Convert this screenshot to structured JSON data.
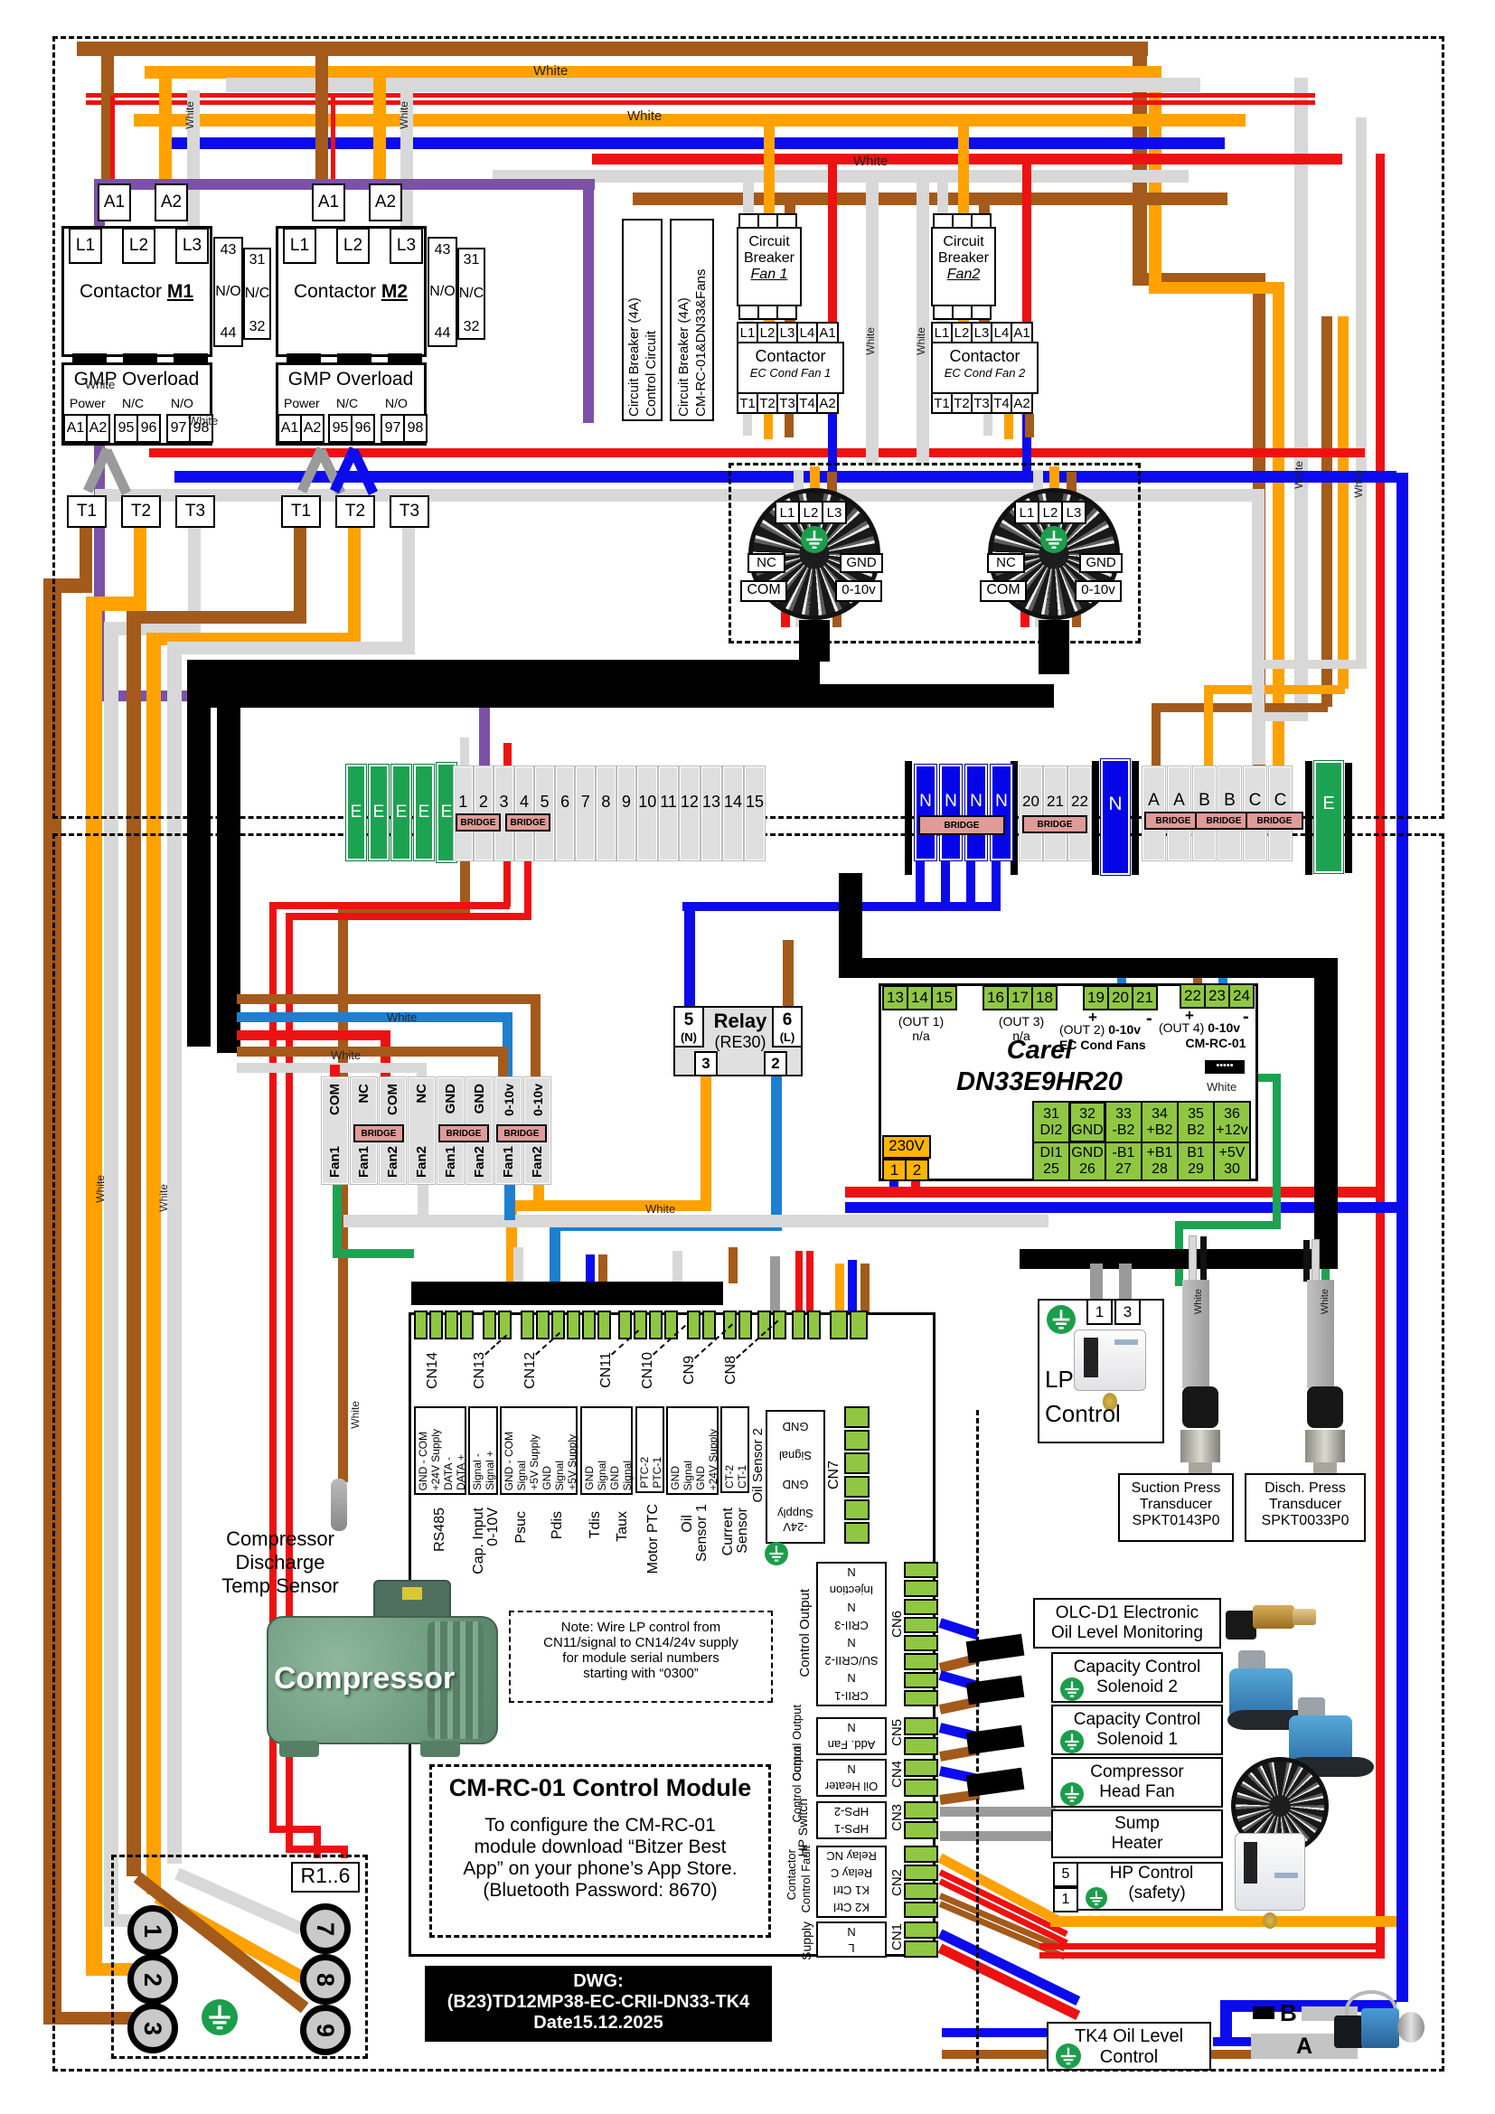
{
  "labels": {
    "white": "White",
    "bridge": "BRIDGE"
  },
  "palette": {
    "brown": "#A45A1B",
    "orange": "#FFA200",
    "white_wire": "#D8D8D8",
    "red": "#EE1111",
    "blue": "#0B0BEE",
    "steel_blue": "#1E7FD0",
    "purple": "#7B52A8",
    "green": "#1CA352",
    "black": "#000000",
    "terminal_green": "#1CA352",
    "terminal_blue": "#0505E8",
    "carel_green": "#8FC742",
    "bridge_pink": "#DE9B97",
    "orange_block": "#FFB400"
  },
  "contactor": {
    "title": "Contactor",
    "m1": "M1",
    "m2": "M2",
    "coil": [
      "A1",
      "A2"
    ],
    "line": [
      "L1",
      "L2",
      "L3"
    ],
    "no": [
      "43",
      "N/O",
      "44"
    ],
    "nc": [
      "31",
      "N/C",
      "32"
    ]
  },
  "overload": {
    "title": "GMP Overload",
    "power": "Power",
    "nc": "N/C",
    "no": "N/O",
    "terms": [
      "A1",
      "A2",
      "95",
      "96",
      "97",
      "98"
    ],
    "out": [
      "T1",
      "T2",
      "T3"
    ]
  },
  "cb1": {
    "l1": "Circuit Breaker (4A)",
    "l2": "Control Circuit"
  },
  "cb2": {
    "l1": "Circuit Breaker (4A)",
    "l2": "CM-RC-01&DN33&Fans"
  },
  "cbf1": {
    "a": "Circuit",
    "b": "Breaker",
    "c": "Fan 1"
  },
  "cbf2": {
    "a": "Circuit",
    "b": "Breaker",
    "c": "Fan2"
  },
  "fc1": {
    "t": "Contactor",
    "s": "EC Cond Fan 1",
    "top": [
      "L1",
      "L2",
      "L3",
      "L4",
      "A1"
    ],
    "bot": [
      "T1",
      "T2",
      "T3",
      "T4",
      "A2"
    ]
  },
  "fc2": {
    "t": "Contactor",
    "s": "EC Cond Fan 2",
    "top": [
      "L1",
      "L2",
      "L3",
      "L4",
      "A1"
    ],
    "bot": [
      "T1",
      "T2",
      "T3",
      "T4",
      "A2"
    ]
  },
  "fan": {
    "l": [
      "L1",
      "L2",
      "L3"
    ],
    "nc": "NC",
    "com": "COM",
    "gnd": "GND",
    "v010": "0-10v"
  },
  "strip": {
    "e": "E",
    "nums": [
      "1",
      "2",
      "3",
      "4",
      "5",
      "6",
      "7",
      "8",
      "9",
      "10",
      "11",
      "12",
      "13",
      "14",
      "15"
    ],
    "n": "N",
    "g2": [
      "20",
      "21",
      "22"
    ],
    "abc": [
      "A",
      "A",
      "B",
      "B",
      "C",
      "C"
    ]
  },
  "relay": {
    "n5": "5",
    "nN": "(N)",
    "t": "Relay",
    "s": "(RE30)",
    "n6": "6",
    "nL": "(L)",
    "b3": "3",
    "b2": "2"
  },
  "carel": {
    "g1": [
      "13",
      "14",
      "15"
    ],
    "g1a": "(OUT 1)",
    "g1b": "n/a",
    "g2": [
      "16",
      "17",
      "18"
    ],
    "g2a": "(OUT 3)",
    "g2b": "n/a",
    "g3": [
      "19",
      "20",
      "21"
    ],
    "plus": "+",
    "minus": "-",
    "g3a": "(OUT 2)",
    "v": "0-10v",
    "g3b": "EC Cond Fans",
    "g4": [
      "22",
      "23",
      "24"
    ],
    "g4a": "(OUT 4)",
    "g4b": "CM-RC-01",
    "t1": "Carel",
    "t2": "DN33E9HR20",
    "vin": "230V",
    "v1": "1",
    "v2": "2",
    "dip": "•••••",
    "r1n": [
      "31",
      "32",
      "33",
      "34",
      "35",
      "36"
    ],
    "r1l": [
      "DI2",
      "GND",
      "-B2",
      "+B2",
      "B2",
      "+12v"
    ],
    "r2l": [
      "DI1",
      "GND",
      "-B1",
      "+B1",
      "B1",
      "+5V"
    ],
    "r2n": [
      "25",
      "26",
      "27",
      "28",
      "29",
      "30"
    ]
  },
  "fterm": {
    "top": [
      "COM",
      "NC",
      "COM",
      "NC",
      "GND",
      "GND",
      "0-10v",
      "0-10v"
    ],
    "bot": [
      "Fan1",
      "Fan1",
      "Fan2",
      "Fan2",
      "Fan1",
      "Fan2",
      "Fan1",
      "Fan2"
    ]
  },
  "mod": {
    "cn14": "CN14",
    "pins14": [
      "GND - COM",
      "+24V Supply",
      "DATA -",
      "DATA +"
    ],
    "f14": "RS485",
    "cn13": "CN13",
    "pins13": [
      "Signal -",
      "Signal +"
    ],
    "f13a": "Cap. Input",
    "f13b": "0-10V",
    "cn12": "CN12",
    "pins12": [
      "GND - COM",
      "Signal",
      "+5V Supply",
      "GND",
      "Signal",
      "+5V Supply"
    ],
    "f12a": "Psuc",
    "f12b": "Pdis",
    "cn11": "CN11",
    "pins11": [
      "GND",
      "Signal",
      "GND",
      "Signal"
    ],
    "f11a": "Tdis",
    "f11b": "Taux",
    "cn10": "CN10",
    "pins10": [
      "PTC-2",
      "PTC-1"
    ],
    "f10": "Motor PTC",
    "cn9": "CN9",
    "pins9": [
      "GND",
      "Signal",
      "GND",
      "+24V Supply"
    ],
    "f9a": "Oil",
    "f9b": "Sensor 1",
    "cn8": "CN8",
    "pins8": [
      "CT-2",
      "CT-1"
    ],
    "f8a": "Current",
    "f8b": "Sensor",
    "os2": "Oil Sensor 2",
    "pins7": [
      "GND",
      "Signal",
      "GND",
      "-24V Supply"
    ],
    "cn7": "CN7",
    "cn6": "CN6",
    "pins6": [
      "N",
      "Injection",
      "N",
      "CRII-3",
      "N",
      "SU/CRII-2",
      "N",
      "CRII-1"
    ],
    "f6": "Control Output",
    "cn5": "CN5",
    "pins5": [
      "N",
      "Add. Fan"
    ],
    "f5": "Control Output",
    "cn4": "CN4",
    "pins4": [
      "N",
      "Oil Heater"
    ],
    "f4": "Control Output",
    "cn3": "CN3",
    "pins3": [
      "HPS-2",
      "HPS-1"
    ],
    "f3": "HP Switch",
    "cn2": "CN2",
    "pins2": [
      "Relay NC",
      "Relay C",
      "K1 Ctrl",
      "K2 Ctrl"
    ],
    "f2a": "Contactor",
    "f2b": "Control Fault",
    "cn1": "CN1",
    "pins1": [
      "N",
      "L"
    ],
    "f1": "Supply"
  },
  "comp": {
    "label": "Compressor",
    "s1": "Compressor",
    "s2": "Discharge",
    "s3": "Temp Sensor"
  },
  "note": {
    "l1": "Note: Wire LP control from",
    "l2": "CN11/signal to CN14/24v supply",
    "l3": "for module serial numbers",
    "l4": "starting with “0300”"
  },
  "info": {
    "title": "CM-RC-01 Control Module",
    "b1": "To configure the CM-RC-01",
    "b2": "module download “Bitzer Best",
    "b3": "App” on your phone’s App Store.",
    "b4": "(Bluetooth Password: 8670)"
  },
  "dwg": {
    "l1": "DWG:",
    "l2": "(B23)TD12MP38-EC-CRII-DN33-TK4",
    "l3": "Date15.12.2025"
  },
  "lp": {
    "t1": "1",
    "t3": "3",
    "l1": "LP",
    "l2": "Control"
  },
  "tr1": {
    "l1": "Suction Press",
    "l2": "Transducer",
    "l3": "SPKT0143P0"
  },
  "tr2": {
    "l1": "Disch. Press",
    "l2": "Transducer",
    "l3": "SPKT0033P0"
  },
  "olc": {
    "l1": "OLC-D1 Electronic",
    "l2": "Oil Level Monitoring"
  },
  "cap2": {
    "l1": "Capacity Control",
    "l2": "Solenoid 2"
  },
  "cap1": {
    "l1": "Capacity Control",
    "l2": "Solenoid 1"
  },
  "hfan": {
    "l1": "Compressor",
    "l2": "Head Fan"
  },
  "sump": {
    "l1": "Sump",
    "l2": "Heater"
  },
  "hp": {
    "n5": "5",
    "n1": "1",
    "l1": "HP Control",
    "l2": "(safety)"
  },
  "tk4": {
    "l1": "TK4 Oil Level",
    "l2": "Control",
    "a": "A",
    "b": "B"
  },
  "r16": {
    "label": "R1..6",
    "c": [
      "1",
      "2",
      "3",
      "7",
      "8",
      "9"
    ]
  }
}
